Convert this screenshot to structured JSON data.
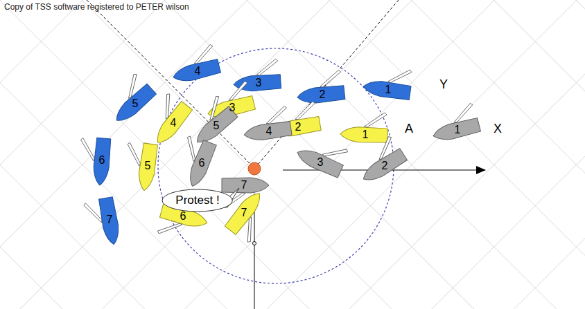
{
  "diagram": {
    "nodes": [
      {
        "text": [
          "Protest !"
        ]
      }
    ],
    "labels": [
      "Copy of TSS software registered to PETER wilson",
      "Y",
      "A",
      "X",
      "1",
      "2",
      "3",
      "4",
      "5",
      "6",
      "7",
      "1",
      "2",
      "3",
      "4",
      "5",
      "6",
      "7",
      "1",
      "2",
      "3",
      "4",
      "5",
      "6",
      "7"
    ]
  }
}
